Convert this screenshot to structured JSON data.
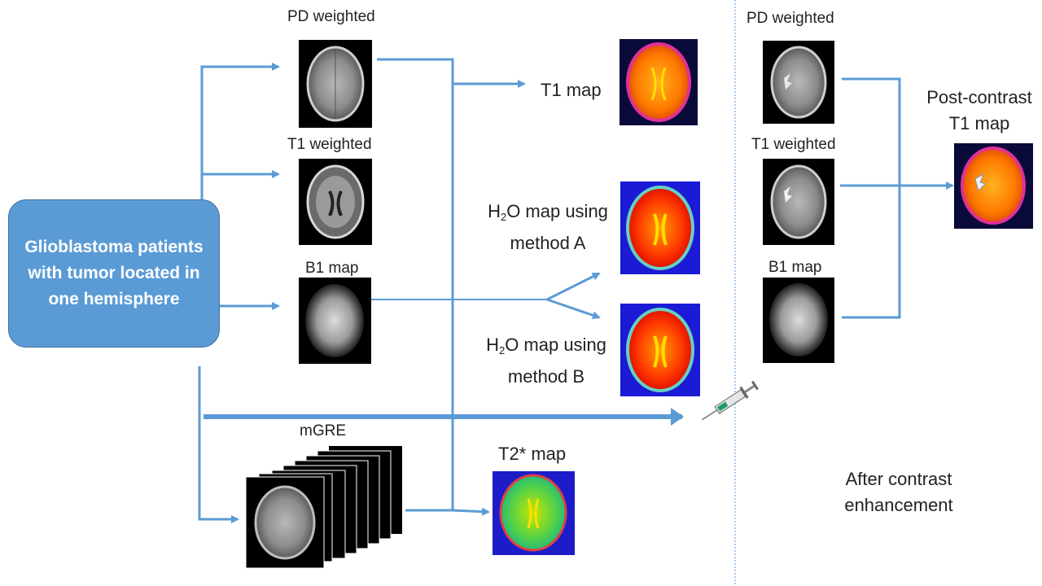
{
  "source_box": {
    "text": "Glioblastoma patients with tumor located in one hemisphere"
  },
  "inputs": {
    "pd": "PD weighted",
    "t1": "T1 weighted",
    "b1": "B1 map",
    "mgre": "mGRE"
  },
  "outputs": {
    "t1_map": "T1 map",
    "h2o_a_prefix": "H",
    "h2o_a_sub": "2",
    "h2o_a_rest": "O map using",
    "h2o_a_line2": "method A",
    "h2o_b_prefix": "H",
    "h2o_b_sub": "2",
    "h2o_b_rest": "O map using",
    "h2o_b_line2": "method B",
    "t2star_map": "T2* map"
  },
  "post_contrast": {
    "pd": "PD weighted",
    "t1": "T1 weighted",
    "b1": "B1 map",
    "result_line1": "Post-contrast",
    "result_line2": "T1 map",
    "caption_line1": "After contrast",
    "caption_line2": "enhancement"
  },
  "colors": {
    "arrow": "#5b9bd5",
    "box": "#5b9bd5",
    "divider": "#5b9bd5"
  }
}
